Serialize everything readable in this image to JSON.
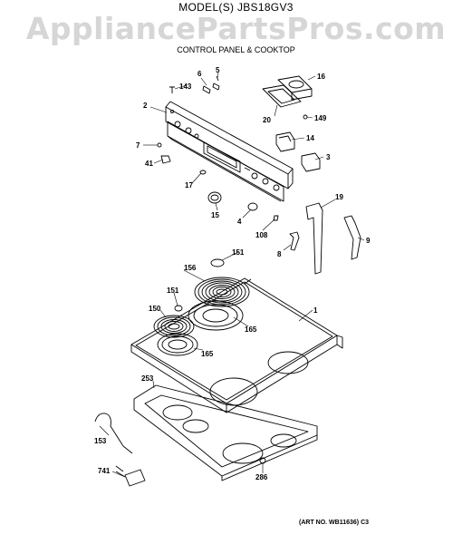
{
  "header": {
    "model_title": "MODEL(S) JBS18GV3",
    "subtitle": "CONTROL PANEL & COOKTOP",
    "watermark": "AppliancePartsPros.com"
  },
  "footer": {
    "art_no": "(ART NO. WB11636) C3"
  },
  "part_labels": {
    "p143": "143",
    "p6": "6",
    "p5": "5",
    "p16": "16",
    "p2": "2",
    "p20": "20",
    "p149": "149",
    "p14": "14",
    "p7": "7",
    "p41": "41",
    "p3": "3",
    "p17": "17",
    "p15": "15",
    "p4": "4",
    "p108": "108",
    "p19": "19",
    "p151a": "151",
    "p8": "8",
    "p9": "9",
    "p156": "156",
    "p151b": "151",
    "p1": "1",
    "p150": "150",
    "p165a": "165",
    "p165b": "165",
    "p253": "253",
    "p153": "153",
    "p741": "741",
    "p286": "286"
  }
}
